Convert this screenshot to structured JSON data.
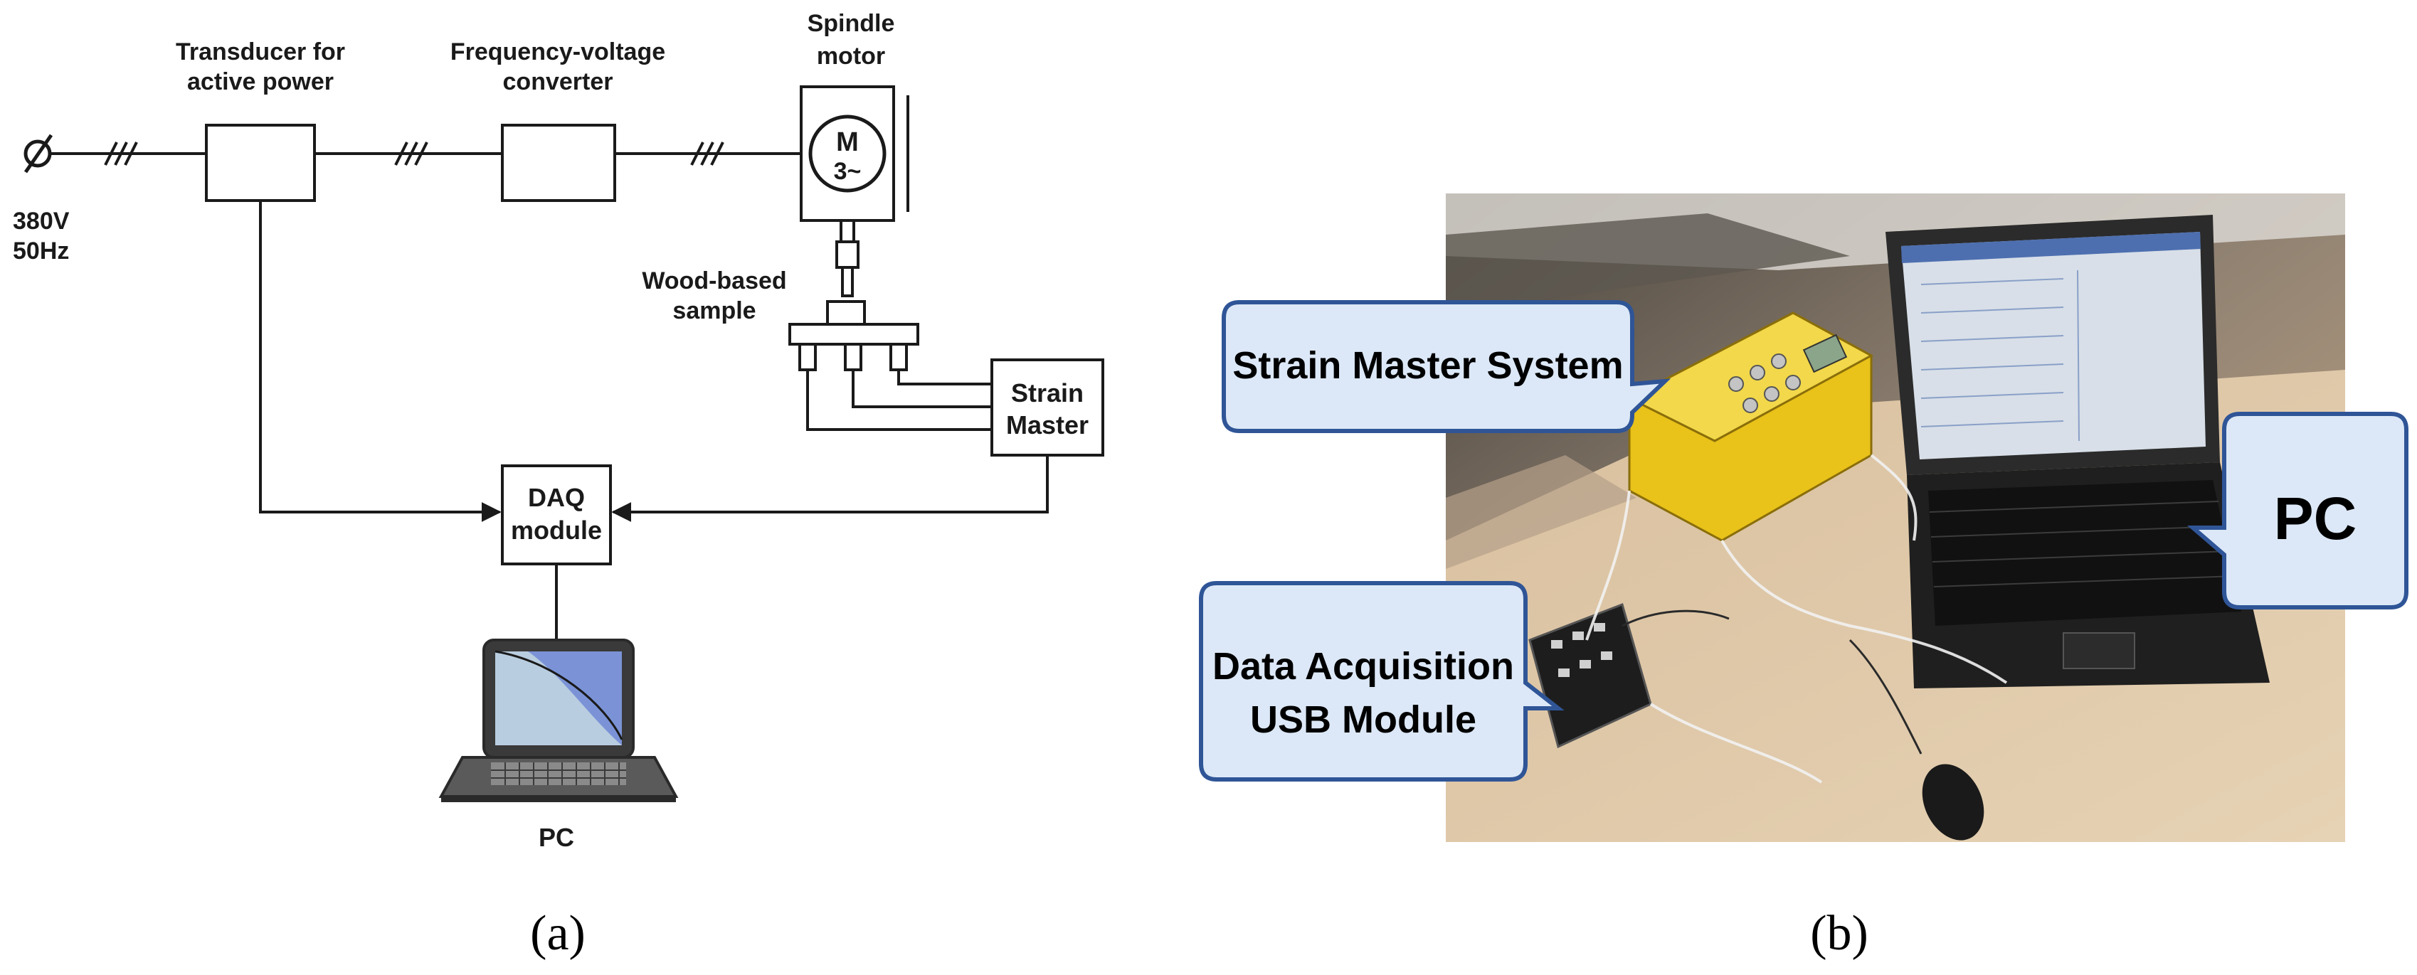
{
  "diagram": {
    "supply": {
      "voltage": "380V",
      "frequency": "50Hz"
    },
    "transducer": {
      "line1": "Transducer for",
      "line2": "active power"
    },
    "converter": {
      "line1": "Frequency-voltage",
      "line2": "converter"
    },
    "motor": {
      "line1": "Spindle",
      "line2": "motor",
      "symbol": "M",
      "phase": "3~"
    },
    "sample": {
      "line1": "Wood-based",
      "line2": "sample"
    },
    "strain_master": {
      "line1": "Strain",
      "line2": "Master"
    },
    "daq": {
      "line1": "DAQ",
      "line2": "module"
    },
    "pc": {
      "label": "PC"
    },
    "caption": "(a)"
  },
  "photo": {
    "callouts": {
      "strain_master": "Strain Master System",
      "pc": "PC",
      "daq_line1": "Data Acquisition",
      "daq_line2": "USB Module"
    },
    "caption": "(b)"
  },
  "colors": {
    "line": "#1a1a1a",
    "callout_fill": "#dce8f7",
    "callout_stroke": "#2f5597",
    "screen_blue": "#7b93d6",
    "screen_light": "#b9cde0",
    "laptop_body": "#4a4a4a"
  }
}
